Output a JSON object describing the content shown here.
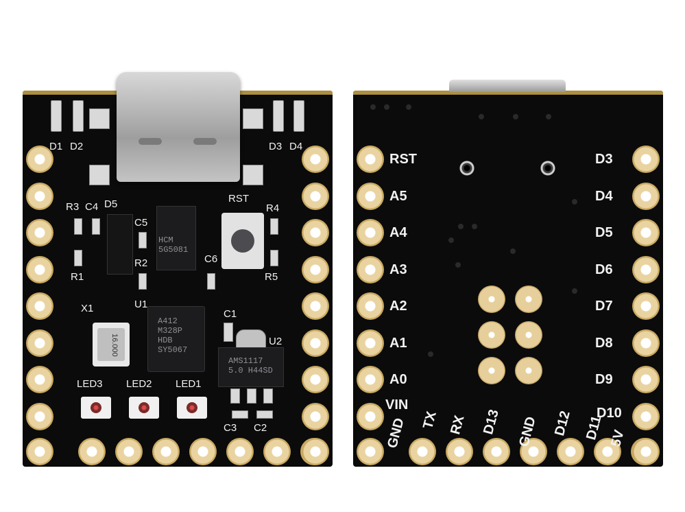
{
  "front": {
    "labels": {
      "d1": "D1",
      "d2": "D2",
      "d3": "D3",
      "d4": "D4",
      "r3": "R3",
      "c4": "C4",
      "d5": "D5",
      "c5": "C5",
      "r1": "R1",
      "r2": "R2",
      "rst": "RST",
      "r4": "R4",
      "r5": "R5",
      "c6": "C6",
      "x1": "X1",
      "u1": "U1",
      "c1": "C1",
      "u2": "U2",
      "led3": "LED3",
      "led2": "LED2",
      "led1": "LED1",
      "c3": "C3",
      "c2": "C2"
    },
    "chips": {
      "u1_lines": [
        "A412",
        "M328P",
        "HDB",
        "SY5067"
      ],
      "u2_lines": [
        "AMS1117",
        "5.0 H44SD"
      ],
      "ch340_lines": [
        "HCM",
        "5G5081"
      ],
      "crystal": "16.000"
    }
  },
  "back": {
    "left_pins": [
      "RST",
      "A5",
      "A4",
      "A3",
      "A2",
      "A1",
      "A0",
      "VIN"
    ],
    "right_pins": [
      "D3",
      "D4",
      "D5",
      "D6",
      "D7",
      "D8",
      "D9",
      "D10"
    ],
    "bottom_pins": [
      "GND",
      "TX",
      "RX",
      "D13",
      "GND",
      "D12",
      "D11",
      "5V"
    ]
  },
  "colors": {
    "pcb": "#0b0b0c",
    "silk": "#f2f2f2",
    "gold": "#e9d3a0"
  }
}
